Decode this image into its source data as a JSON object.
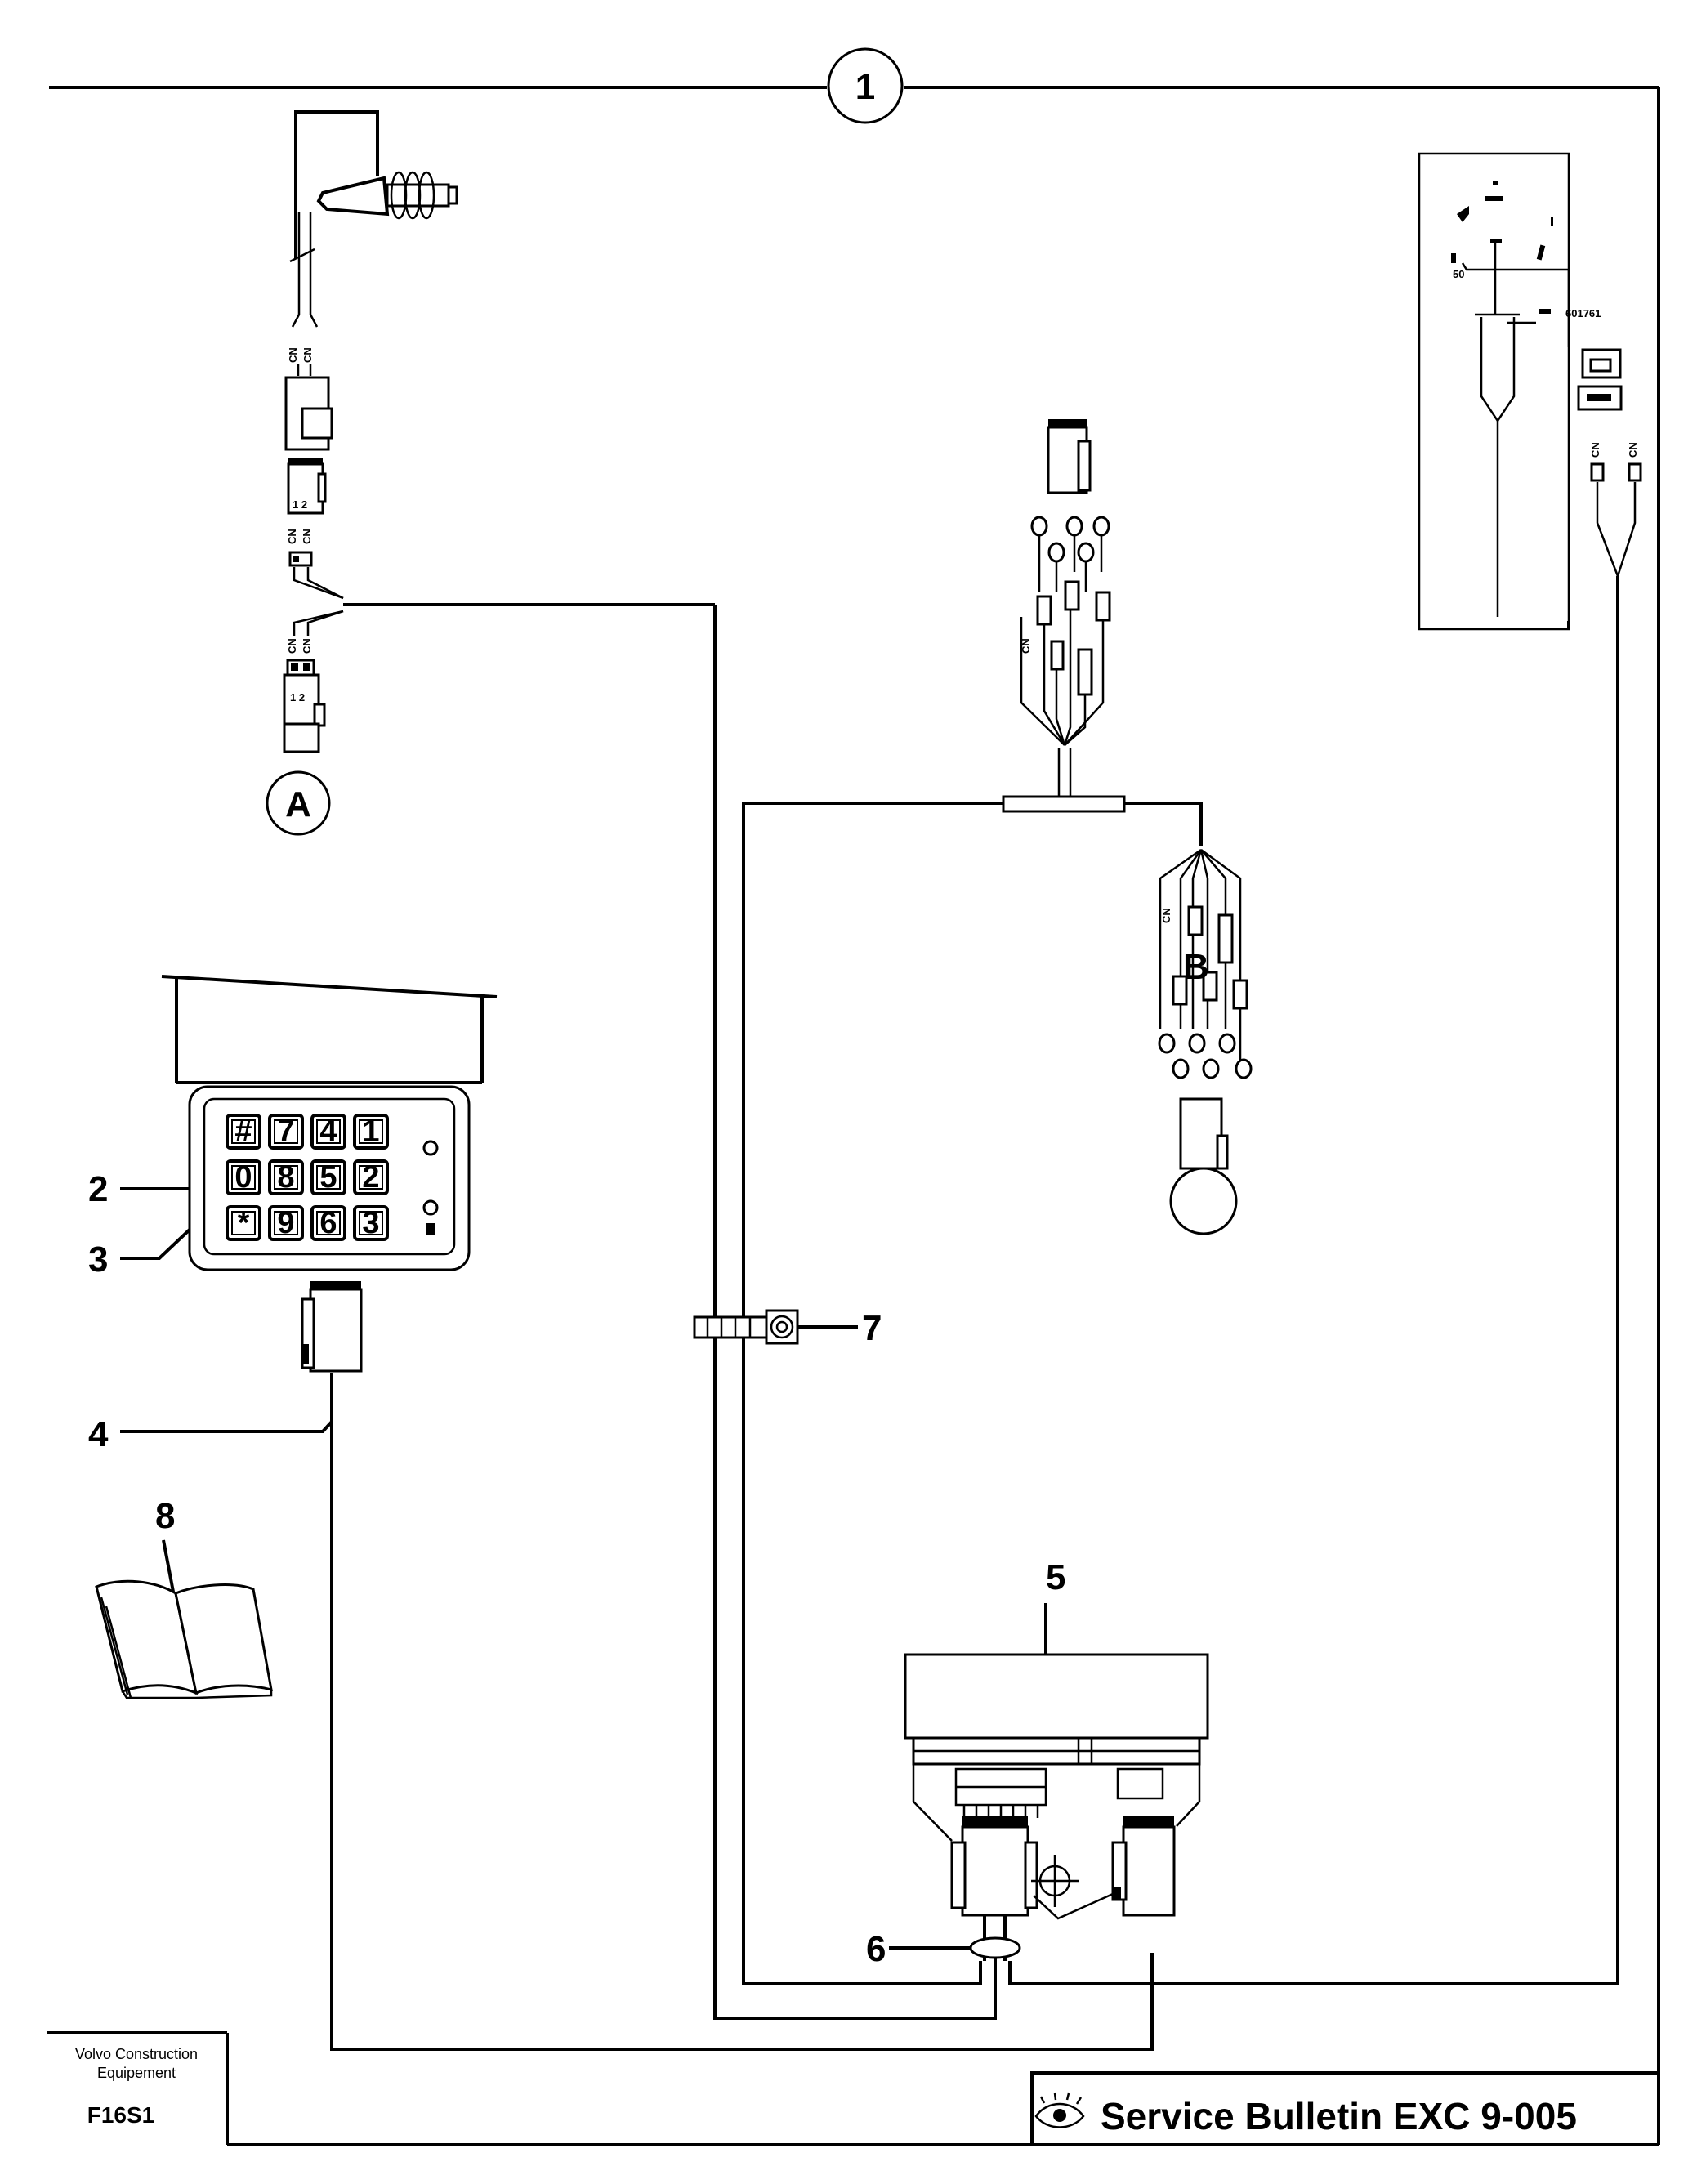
{
  "callouts": {
    "c1": "1",
    "c2": "2",
    "c3": "3",
    "c4": "4",
    "c5": "5",
    "c6": "6",
    "c7": "7",
    "c8": "8",
    "cA": "A",
    "cB": "B"
  },
  "keypad": {
    "keys": [
      "#",
      "7",
      "4",
      "1",
      "0",
      "8",
      "5",
      "2",
      "*",
      "9",
      "6",
      "3"
    ]
  },
  "wire_labels": {
    "cn": "CN",
    "pin12": "1 2",
    "mod": "601761",
    "fifty": "50"
  },
  "footer": {
    "company_line1": "Volvo Construction",
    "company_line2": "Equipement",
    "figure_code": "F16S1",
    "bulletin": "Service Bulletin EXC 9-005"
  }
}
